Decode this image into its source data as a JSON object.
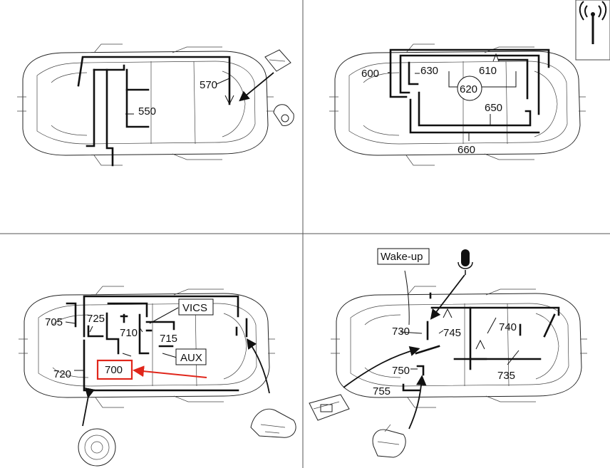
{
  "panels": {
    "top_left": {
      "labels": {
        "l550": "550",
        "l570": "570"
      }
    },
    "top_right": {
      "labels": {
        "l600": "600",
        "l610": "610",
        "l620": "620",
        "l630": "630",
        "l650": "650",
        "l660": "660"
      }
    },
    "bottom_left": {
      "labels": {
        "l700": "700",
        "l705": "705",
        "l710": "710",
        "l715": "715",
        "l720": "720",
        "l725": "725"
      },
      "boxes": {
        "vics": "VICS",
        "aux": "AUX"
      },
      "highlight_color": "#e0261b"
    },
    "bottom_right": {
      "labels": {
        "l730": "730",
        "l735": "735",
        "l740": "740",
        "l745": "745",
        "l750": "750",
        "l755": "755"
      },
      "boxes": {
        "wakeup": "Wake-up"
      }
    }
  },
  "icons": {
    "antenna": "antenna-icon",
    "microphone": "microphone-icon"
  }
}
